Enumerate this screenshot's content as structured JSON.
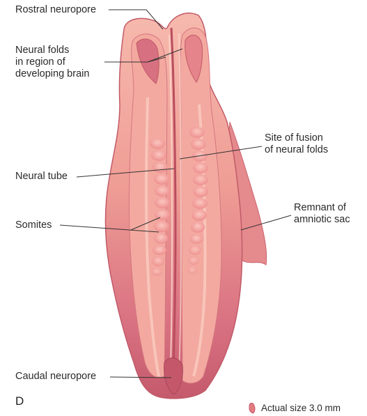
{
  "labels": {
    "rostral_neuropore": "Rostral neuropore",
    "neural_folds_brain": "Neural folds\nin region of\ndeveloping brain",
    "site_of_fusion": "Site of fusion\nof neural folds",
    "neural_tube": "Neural tube",
    "remnant_amniotic_sac": "Remnant of\namniotic sac",
    "somites": "Somites",
    "caudal_neuropore": "Caudal neuropore"
  },
  "panel_letter": "D",
  "scale_note": "Actual size 3.0 mm",
  "colors": {
    "embryo_light": "#f4b2a7",
    "embryo_mid": "#e48a86",
    "embryo_dark": "#c95e6f",
    "highlight": "#fbd9cf",
    "somite": "#f7a7a2",
    "leader_line": "#333333"
  }
}
